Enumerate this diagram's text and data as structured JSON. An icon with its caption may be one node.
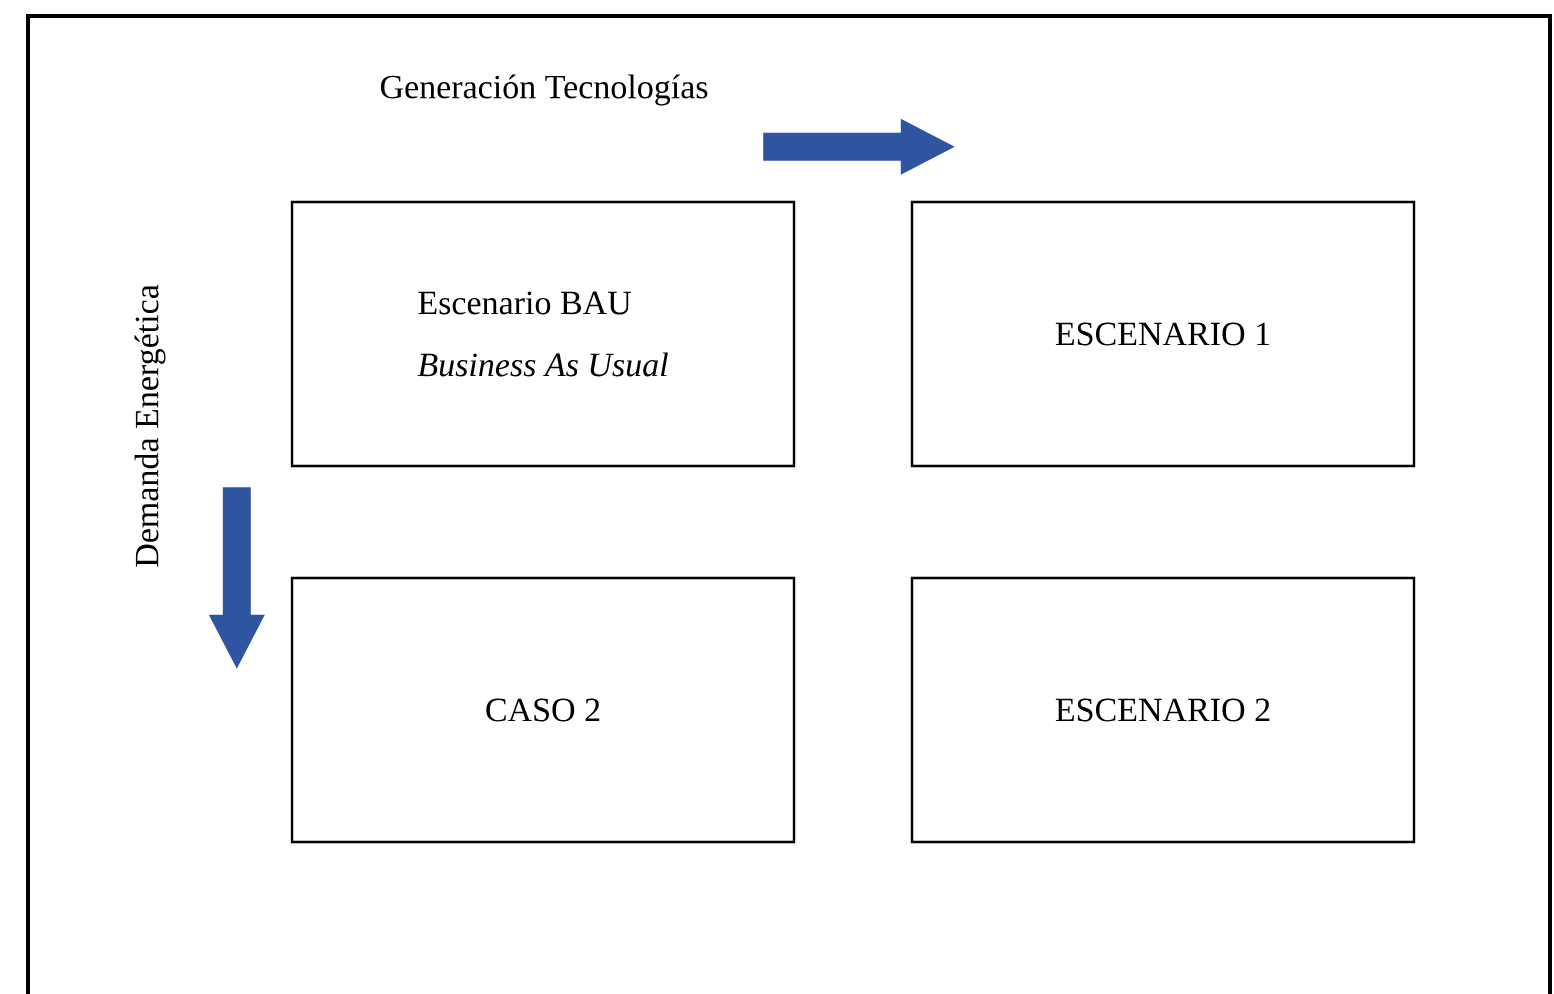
{
  "diagram": {
    "nodes": [
      {
        "text": [
          "Escenario  BAU",
          "Business As Usual"
        ]
      },
      {
        "text": [
          "ESCENARIO 1"
        ]
      },
      {
        "text": [
          "CASO 2"
        ]
      },
      {
        "text": [
          "ESCENARIO 2"
        ]
      }
    ],
    "edges": [
      {
        "from": 0,
        "to": 1,
        "arrow": "to"
      },
      {
        "from": 0,
        "to": 2,
        "arrow": "to"
      }
    ],
    "labels": [
      "Generación Tecnologías",
      "Demanda Energética"
    ]
  }
}
